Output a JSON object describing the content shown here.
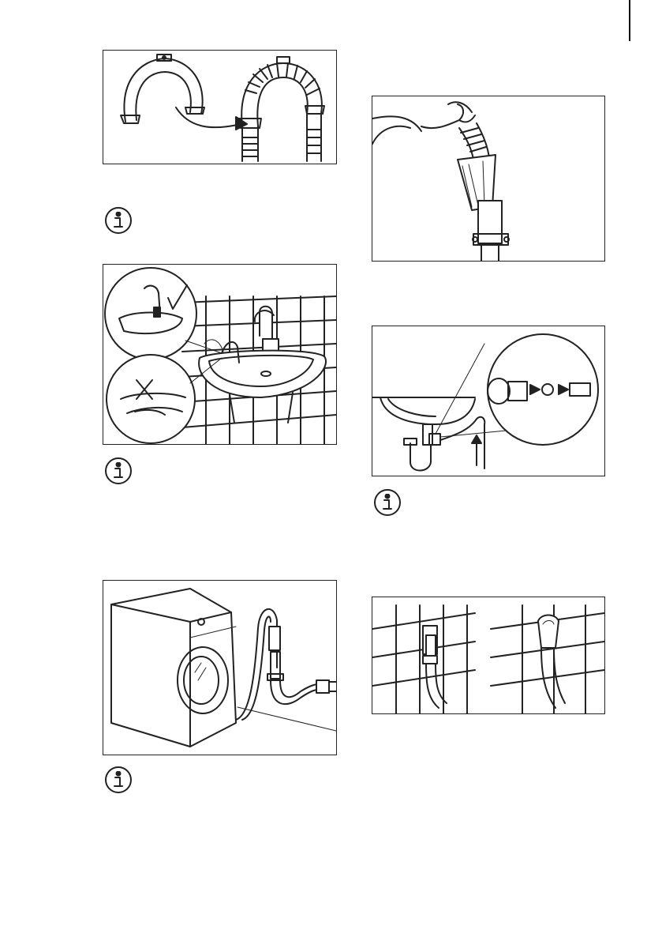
{
  "page": {
    "background": "#ffffff",
    "line_color": "#222222"
  },
  "figures": [
    {
      "id": "hose-bend-guide",
      "icon": "hose-guide-icon"
    },
    {
      "id": "hose-on-sink-edge",
      "icon": "sink-hose-icon"
    },
    {
      "id": "hose-in-standpipe",
      "icon": "standpipe-icon"
    },
    {
      "id": "hose-to-sink-trap",
      "icon": "sink-trap-icon"
    },
    {
      "id": "washer-to-drain",
      "icon": "washer-drain-icon"
    },
    {
      "id": "hose-wall-outlet",
      "icon": "wall-outlet-icon"
    }
  ],
  "info_icons": [
    {
      "icon": "info-icon"
    },
    {
      "icon": "info-icon"
    },
    {
      "icon": "info-icon"
    },
    {
      "icon": "info-icon"
    }
  ]
}
